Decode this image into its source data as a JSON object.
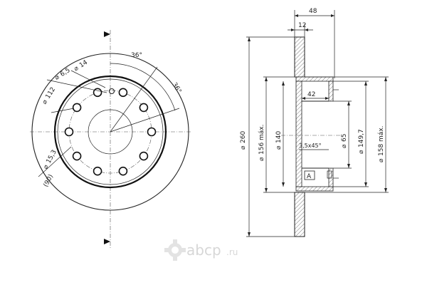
{
  "front_view": {
    "angle_label_1": "36°",
    "angle_label_2": "36°",
    "hole_dia_label": "14",
    "small_hole_label": "6,5",
    "pcd_label": "112",
    "bore_label": "(90)",
    "spigot_label": "15,3",
    "stud_hole_count": 10
  },
  "side_view": {
    "overall_width": "48",
    "disc_thickness": "12",
    "hat_depth": "42",
    "outer_diameter": "260",
    "inner_friction_dia": "156 máx.",
    "hat_diameter": "140",
    "center_bore": "65",
    "chamfer": "3,5x45°",
    "mount_dia": "149,7",
    "outer_friction_dia": "158 máx.",
    "datum_label": "A"
  },
  "watermark": {
    "brand": "abcp",
    "tld": ".ru"
  }
}
